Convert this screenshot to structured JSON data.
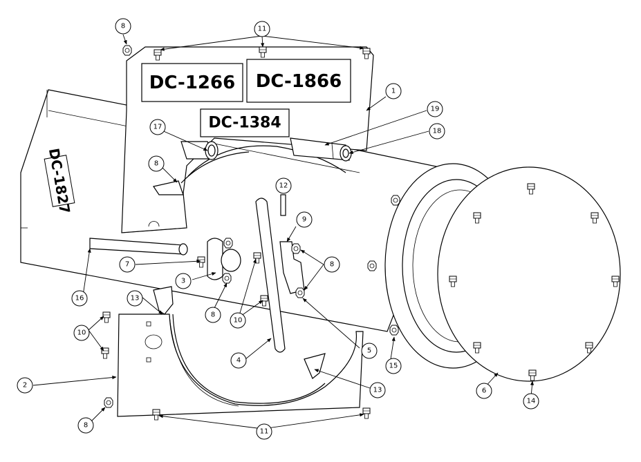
{
  "labels": {
    "plate_a": "DC-1266",
    "plate_b": "DC-1866",
    "plate_c": "DC-1384",
    "plate_d": "DC-1827"
  },
  "callouts": [
    "1",
    "2",
    "3",
    "4",
    "5",
    "6",
    "7",
    "8",
    "9",
    "10",
    "11",
    "12",
    "13",
    "14",
    "15",
    "16",
    "17",
    "18",
    "19"
  ],
  "colors": {
    "line": "#000000",
    "background": "#ffffff"
  }
}
